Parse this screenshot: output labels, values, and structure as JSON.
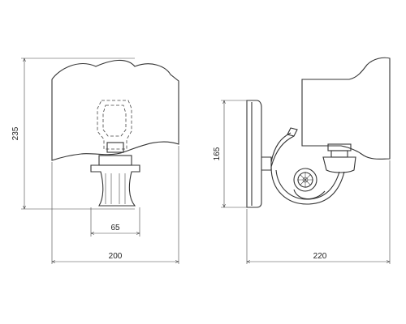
{
  "dimensions": {
    "front_height": "235",
    "front_width": "200",
    "front_base_width": "65",
    "side_height": "165",
    "side_depth": "220"
  },
  "colors": {
    "line": "#333333",
    "background": "#ffffff"
  }
}
